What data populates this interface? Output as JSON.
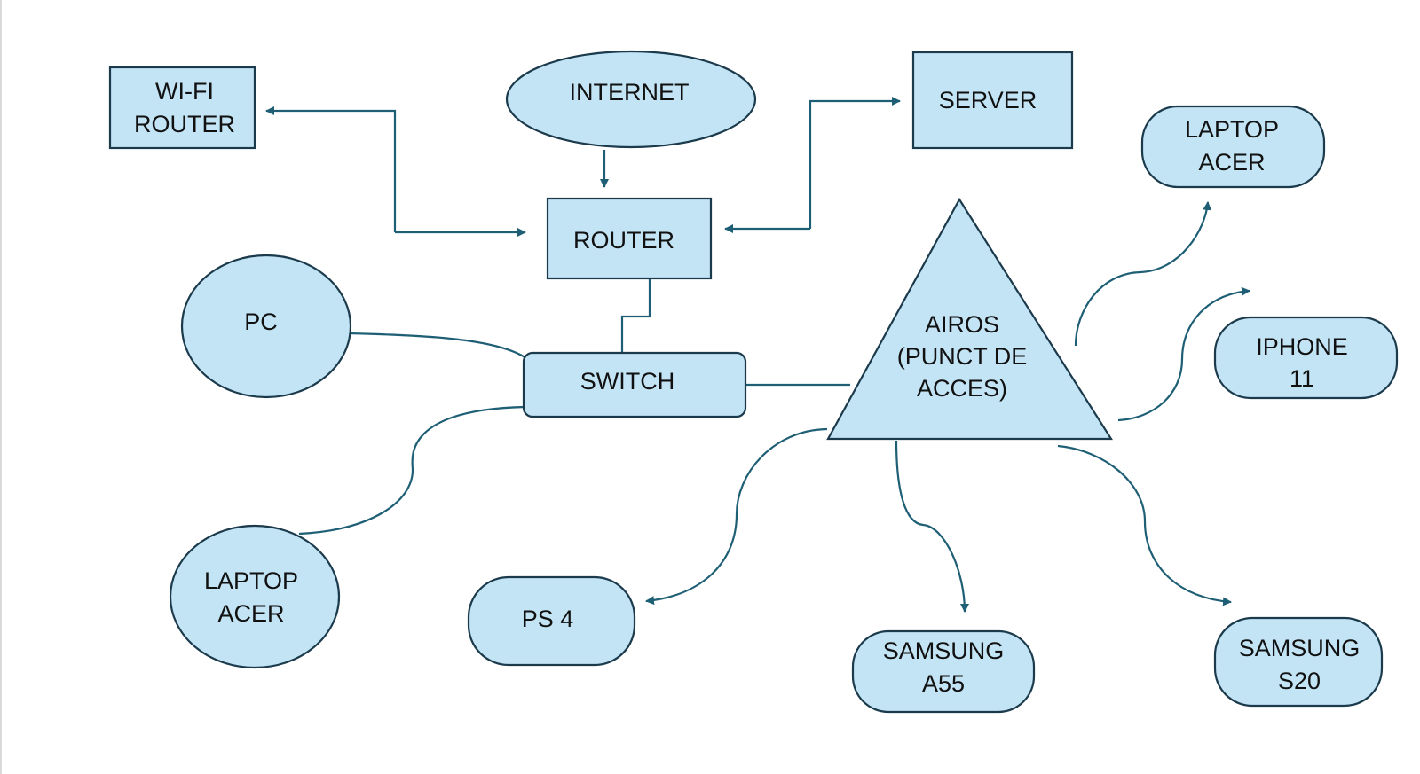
{
  "diagram": {
    "colors": {
      "node_fill": "#c3e4f5",
      "node_stroke": "#1b3a4b",
      "connector": "#1f5f75"
    },
    "nodes": {
      "wifi_router": {
        "line1": "WI-FI",
        "line2": "ROUTER"
      },
      "internet": {
        "label": "INTERNET"
      },
      "server": {
        "label": "SERVER"
      },
      "router": {
        "label": "ROUTER"
      },
      "pc": {
        "label": "PC"
      },
      "switch": {
        "label": "SWITCH"
      },
      "airos": {
        "line1": "AIROS",
        "line2": "(PUNCT DE",
        "line3": "ACCES)"
      },
      "laptop_acer_top": {
        "line1": "LAPTOP",
        "line2": "ACER"
      },
      "iphone": {
        "line1": "IPHONE",
        "line2": "11"
      },
      "laptop_acer_left": {
        "line1": "LAPTOP",
        "line2": "ACER"
      },
      "ps4": {
        "label": "PS 4"
      },
      "samsung_a55": {
        "line1": "SAMSUNG",
        "line2": "A55"
      },
      "samsung_s20": {
        "line1": "SAMSUNG",
        "line2": "S20"
      }
    }
  }
}
